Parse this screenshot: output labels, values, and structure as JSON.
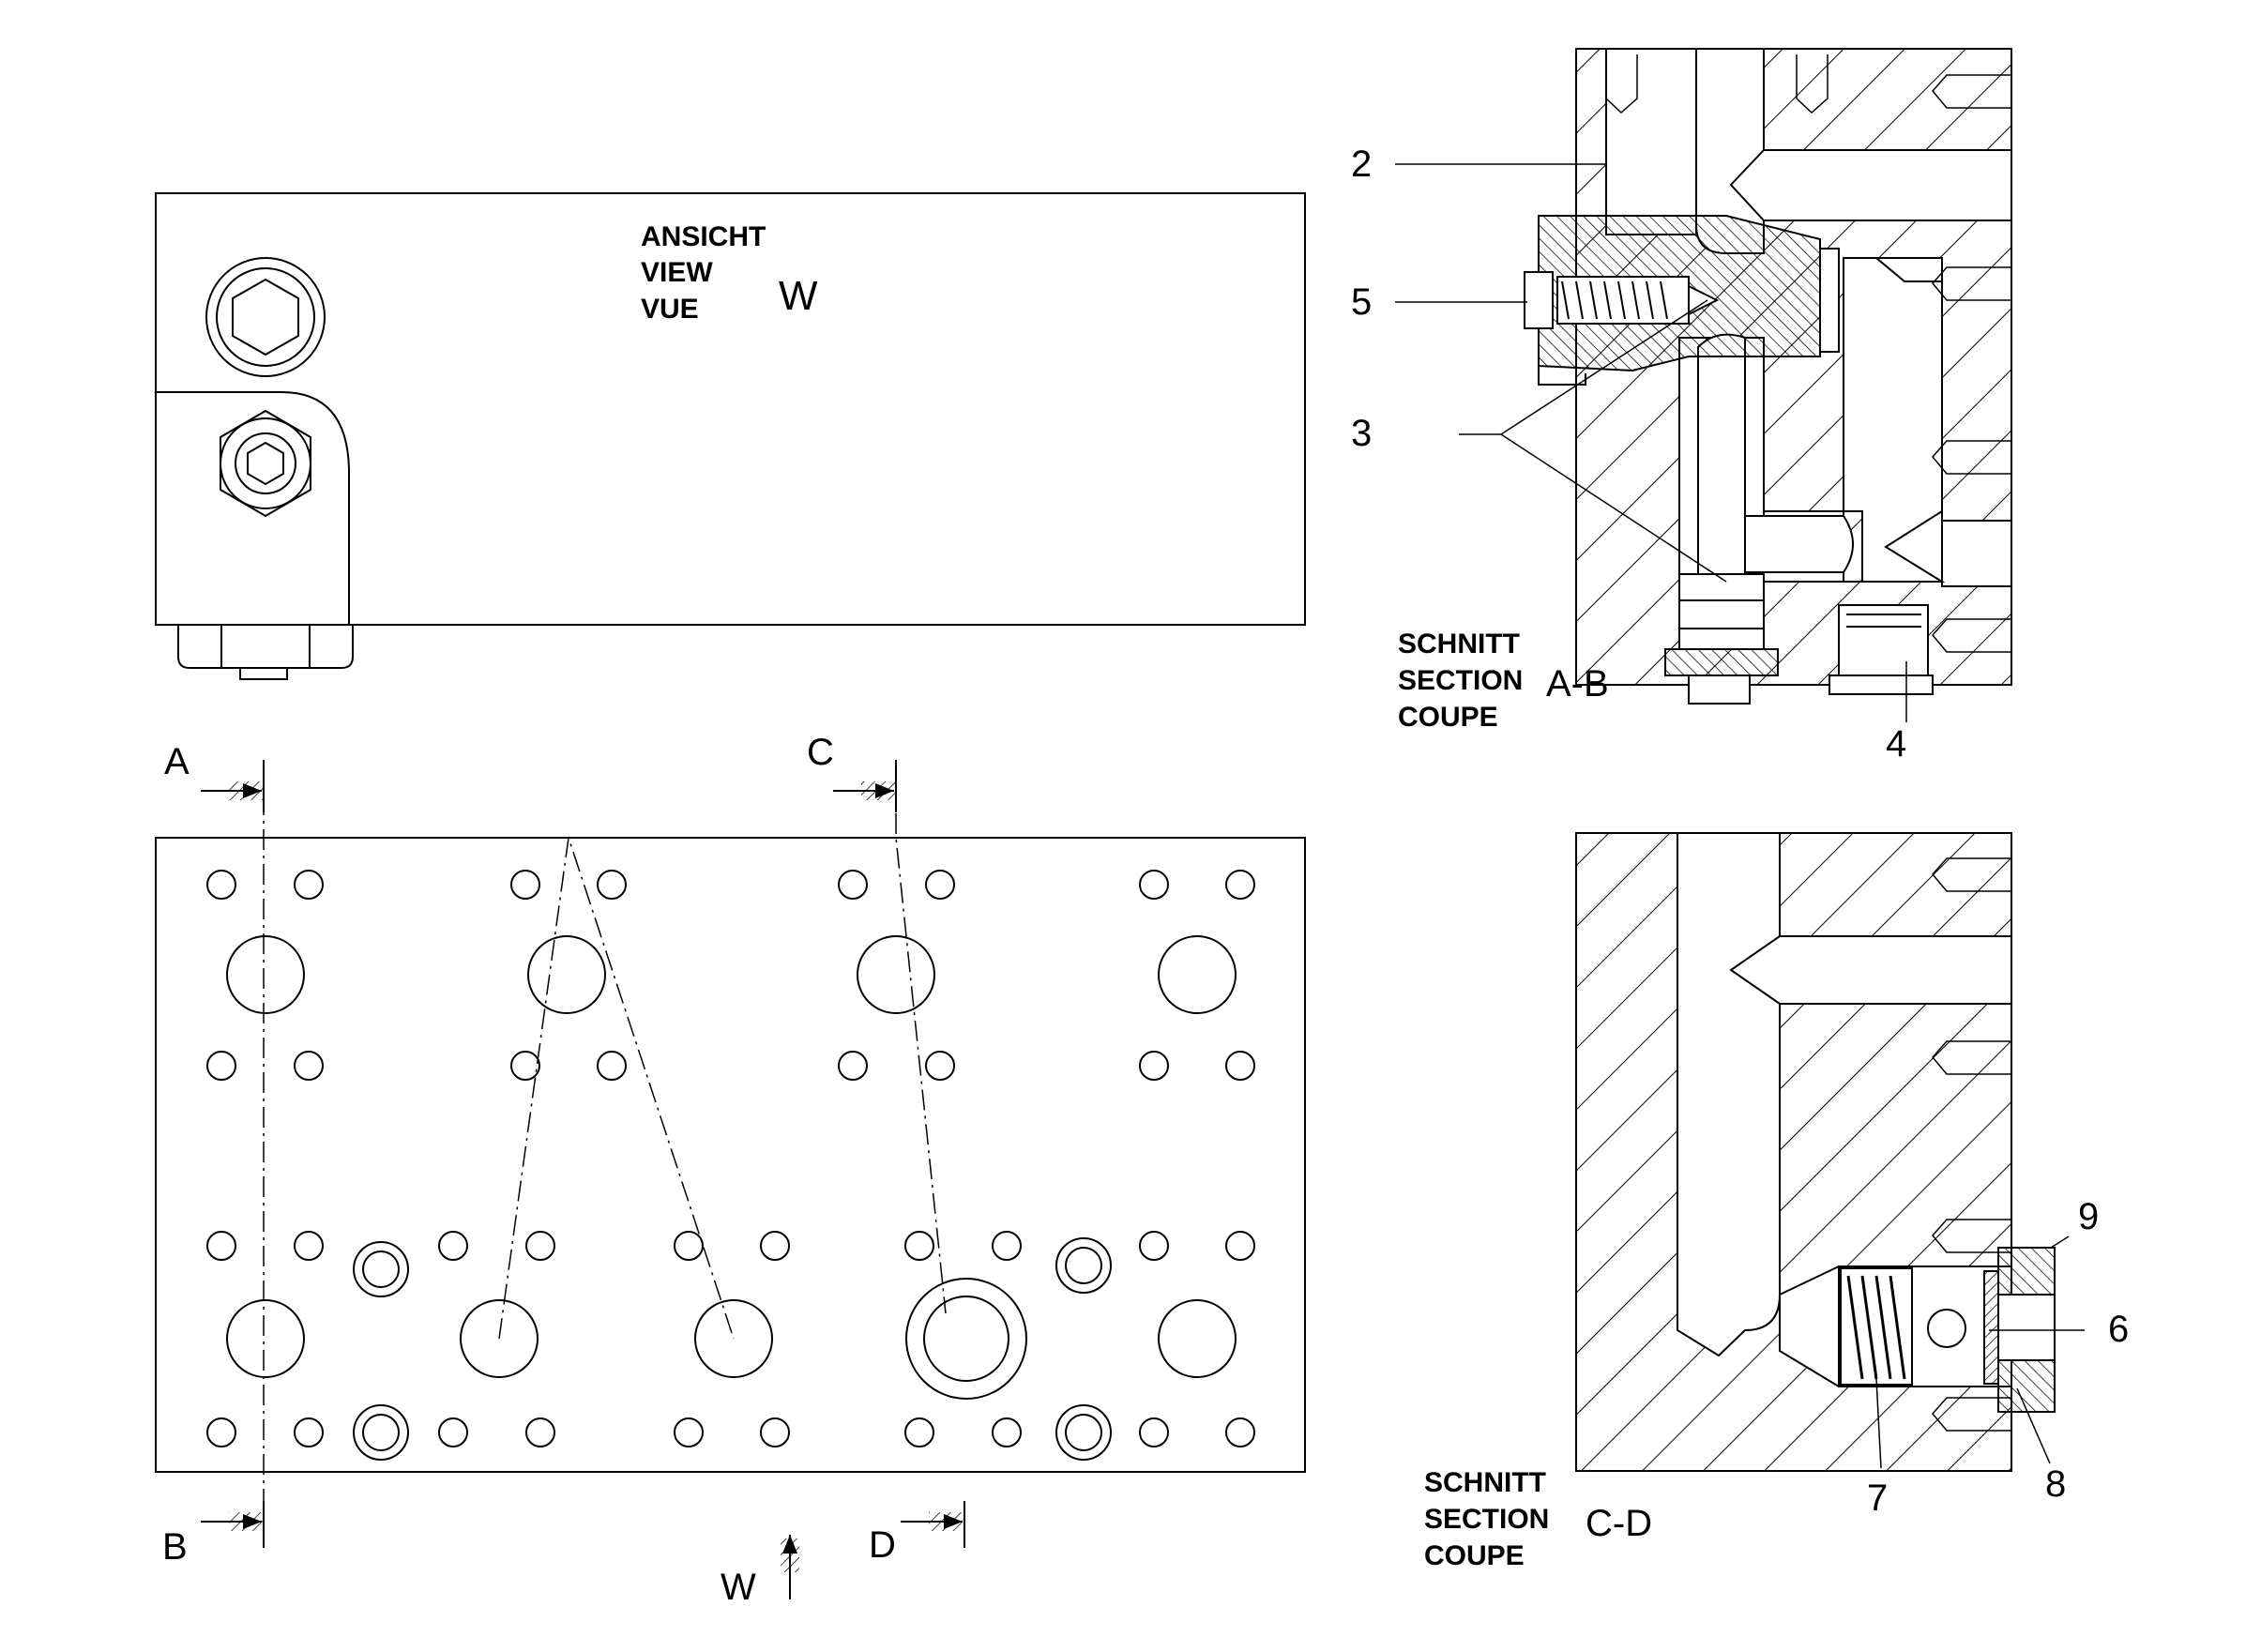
{
  "view_w": {
    "lines": [
      "ANSICHT",
      "VIEW",
      "VUE"
    ],
    "letter": "W"
  },
  "section_markers": {
    "a": "A",
    "b": "B",
    "c": "C",
    "d": "D",
    "w": "W"
  },
  "section_ab": {
    "lines": [
      "SCHNITT",
      "SECTION",
      "COUPE"
    ],
    "name": "A-B",
    "callouts": [
      "2",
      "5",
      "3",
      "4"
    ]
  },
  "section_cd": {
    "lines": [
      "SCHNITT",
      "SECTION",
      "COUPE"
    ],
    "name": "C-D",
    "callouts": [
      "9",
      "6",
      "7",
      "8"
    ]
  }
}
